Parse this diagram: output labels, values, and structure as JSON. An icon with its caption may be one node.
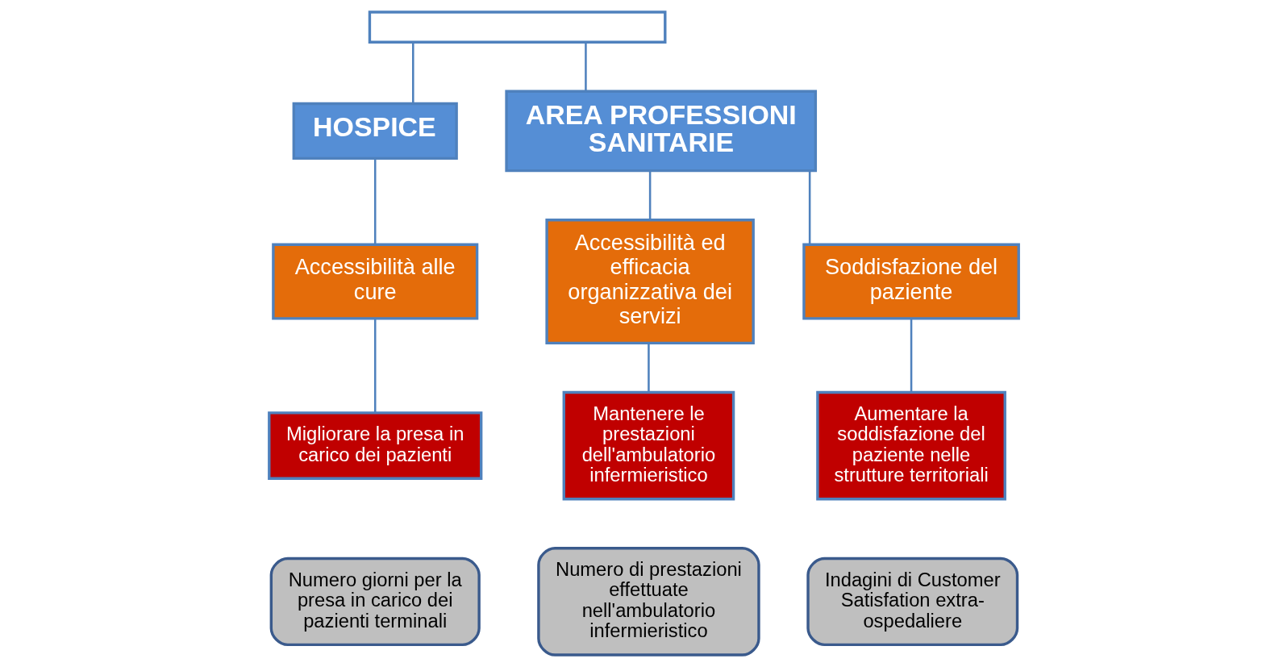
{
  "diagram": {
    "nodes": [
      {
        "text": [],
        "shape": "box"
      },
      {
        "text": [
          "HOSPICE"
        ]
      },
      {
        "text": [
          "AREA PROFESSIONI SANITARIE"
        ]
      },
      {
        "text": [
          "Accessibilità alle cure"
        ]
      },
      {
        "text": [
          "Migliorare la presa in carico dei pazienti"
        ]
      },
      {
        "text": [
          "Numero giorni per la presa in carico dei pazienti terminali"
        ]
      },
      {
        "text": [
          "Accessibilità ed efficacia organizzativa dei servizi"
        ]
      },
      {
        "text": [
          "Mantenere le prestazioni dell'ambulatorio infermieristico"
        ]
      },
      {
        "text": [
          "Numero di prestazioni effettuate nell'ambulatorio infermieristico"
        ]
      },
      {
        "text": [
          "Soddisfazione del paziente"
        ]
      },
      {
        "text": [
          "Aumentare la soddisfazione del paziente nelle strutture territoriali"
        ]
      },
      {
        "text": [
          "Indagini di Customer Satisfation extra-ospedaliere"
        ]
      }
    ],
    "edges": [
      {
        "from": 0,
        "to": 1,
        "arrow": "none"
      },
      {
        "from": 0,
        "to": 2,
        "arrow": "none"
      },
      {
        "from": 1,
        "to": 3,
        "arrow": "none"
      },
      {
        "from": 3,
        "to": 4,
        "arrow": "none"
      },
      {
        "from": 2,
        "to": 6,
        "arrow": "none"
      },
      {
        "from": 2,
        "to": 9,
        "arrow": "none"
      },
      {
        "from": 6,
        "to": 7,
        "arrow": "none"
      },
      {
        "from": 9,
        "to": 10,
        "arrow": "none"
      }
    ]
  }
}
